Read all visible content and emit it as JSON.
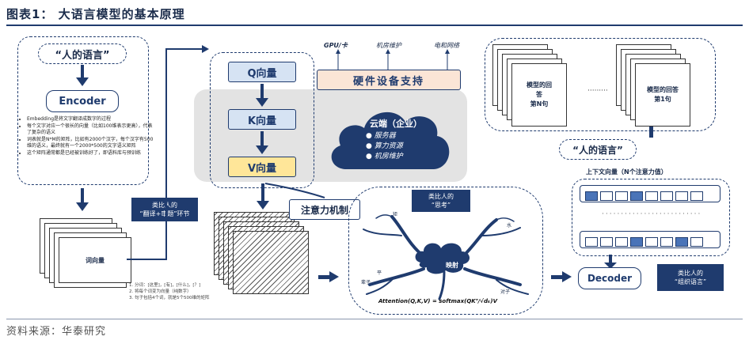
{
  "header": {
    "title": "图表1：  大语言模型的基本原理"
  },
  "footer": {
    "source": "资料来源：华泰研究"
  },
  "left": {
    "human_language": "“人的语言”",
    "encoder": "Encoder",
    "notes": [
      "Embedding是将文字翻译成数字的过程",
      "每个文字对应一个很长的向量（比如100维表示更高），代表了复杂的语义",
      "词表就是N*M的矩阵，比如有2000个汉字，每个汉字有500维的语义，最终就有一个2000*500的文字语义矩阵",
      "这个矩阵通常都是已经被训练好了，即语料库与预训练"
    ],
    "callout": {
      "line1": "类比人的",
      "line2": "“翻译+审题”环节"
    },
    "word_vector": "词向量",
    "footnotes": [
      "分词：[这里]，[有]，[什么]，[？]",
      "将每个词变为向量（纯数字）",
      "句子包括4个词，就是5个500维的矩阵"
    ]
  },
  "middle": {
    "q": "Q向量",
    "k": "K向量",
    "v": "V向量",
    "hw_labels": [
      "GPU/卡",
      "机房维护",
      "电和网络"
    ],
    "hardware": "硬件设备支持",
    "cloud": {
      "title": "云端（企业）",
      "items": [
        "服务器",
        "算力资源",
        "机房维护"
      ]
    },
    "attention": "注意力机制"
  },
  "mind": {
    "callout": {
      "line1": "类比人的",
      "line2": "“思考”"
    },
    "center": "映射",
    "formula": "Attention(Q,K,V) = softmax(QKᵀ/√dₖ)V",
    "branch_labels": [
      "矩",
      "水",
      "辈子",
      "平",
      "对子"
    ]
  },
  "right": {
    "answer_last": {
      "line1": "模型的回",
      "line2": "答",
      "line3": "第N句"
    },
    "answer_first": {
      "line1": "模型的回答",
      "line2": "第1句"
    },
    "dots": "·········",
    "human_language": "“人的语言”",
    "context_vector": "上下文向量（N个注意力值）",
    "decoder": "Decoder",
    "callout": {
      "line1": "类比人的",
      "line2": "“组织语言”"
    }
  }
}
